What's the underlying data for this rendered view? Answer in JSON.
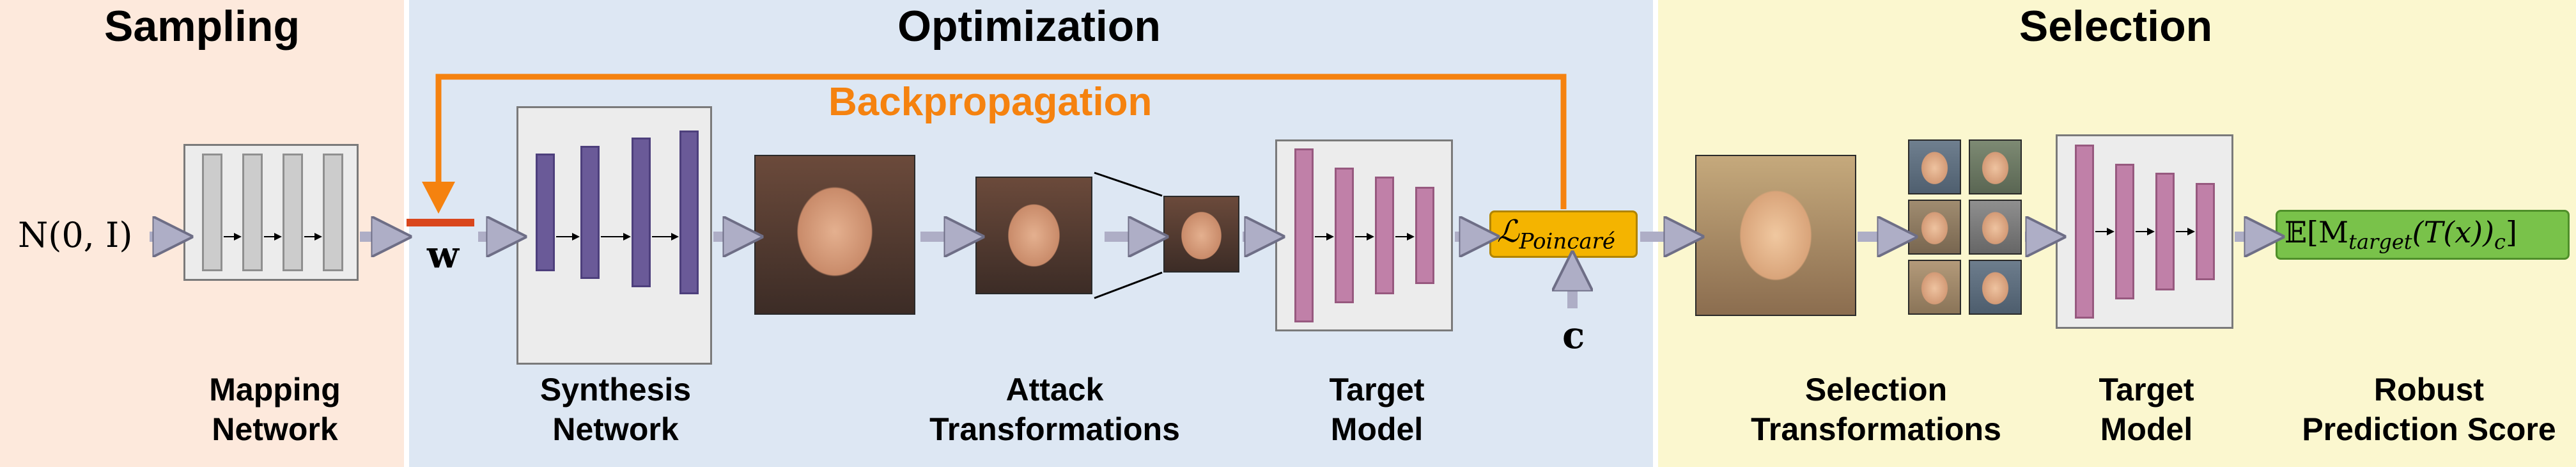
{
  "sections": {
    "sampling": {
      "title": "Sampling",
      "color": "#fde9dc"
    },
    "optimization": {
      "title": "Optimization",
      "color": "#dde7f3"
    },
    "selection": {
      "title": "Selection",
      "color": "#fbf7cf"
    }
  },
  "backprop": {
    "label": "Backpropagation",
    "color": "#f5820f"
  },
  "math": {
    "noise_input": "N(0, I)",
    "latent": "w",
    "loss_symbol": "ℒ",
    "loss_subscript": "Poincaré",
    "class_label": "c",
    "score_prefix": "𝔼[M",
    "score_subscript": "target",
    "score_middle": "(T(x))",
    "score_class": "c",
    "score_suffix": "]"
  },
  "loss_color": "#f4b400",
  "score_color": "#79c24a",
  "captions": {
    "mapping": [
      "Mapping",
      "Network"
    ],
    "synthesis": [
      "Synthesis",
      "Network"
    ],
    "attack": [
      "Attack",
      "Transformations"
    ],
    "target_opt": [
      "Target",
      "Model"
    ],
    "selection": [
      "Selection",
      "Transformations"
    ],
    "target_sel": [
      "Target",
      "Model"
    ],
    "robust": [
      "Robust",
      "Prediction Score"
    ]
  }
}
